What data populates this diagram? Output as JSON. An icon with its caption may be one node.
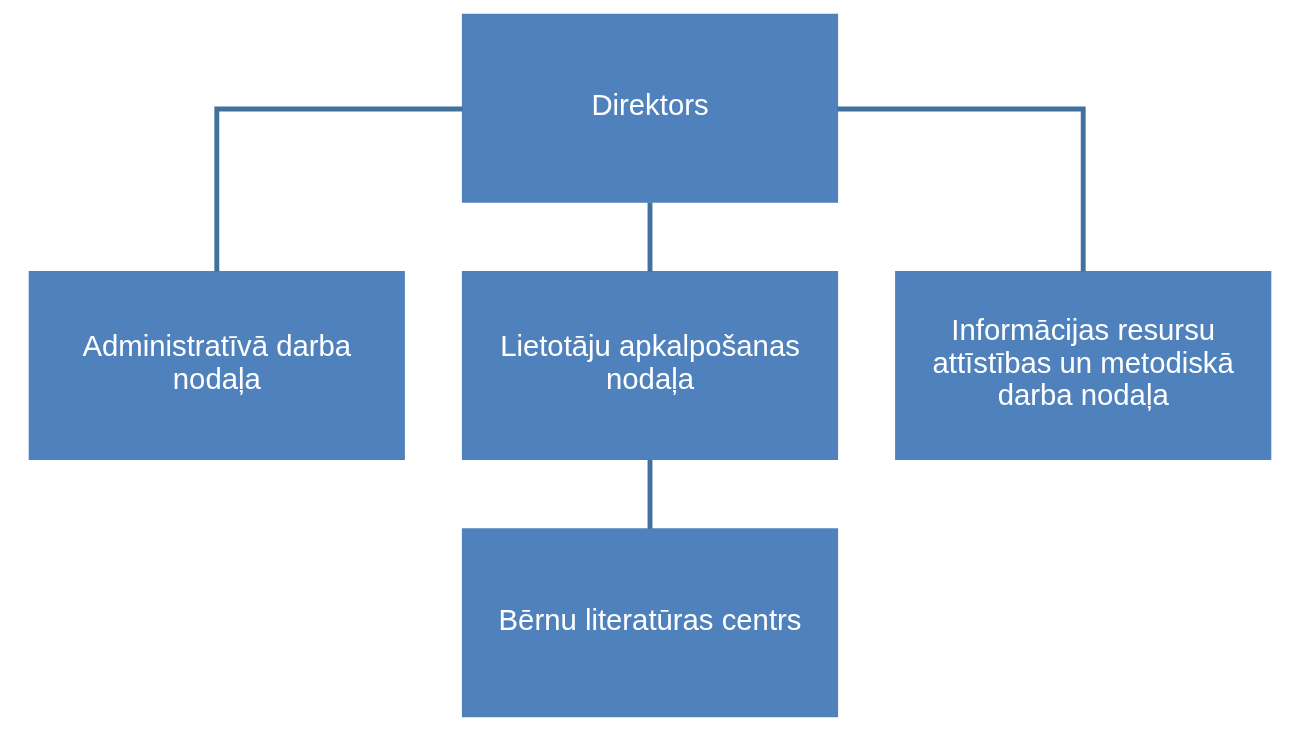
{
  "diagram": {
    "nodes": [
      {
        "text": [
          "Direktors"
        ]
      },
      {
        "text": [
          "Administratīvā darba nodaļa"
        ]
      },
      {
        "text": [
          "Lietotāju apkalpošanas nodaļa"
        ]
      },
      {
        "text": [
          "Informācijas resursu attīstības un metodiskā darba nodaļa"
        ]
      },
      {
        "text": [
          "Bērnu literatūras centrs"
        ]
      }
    ],
    "edges": [
      {
        "from": 0,
        "to": 1,
        "arrow": "none"
      },
      {
        "from": 0,
        "to": 2,
        "arrow": "none"
      },
      {
        "from": 0,
        "to": 3,
        "arrow": "none"
      },
      {
        "from": 2,
        "to": 4,
        "arrow": "none"
      }
    ]
  }
}
